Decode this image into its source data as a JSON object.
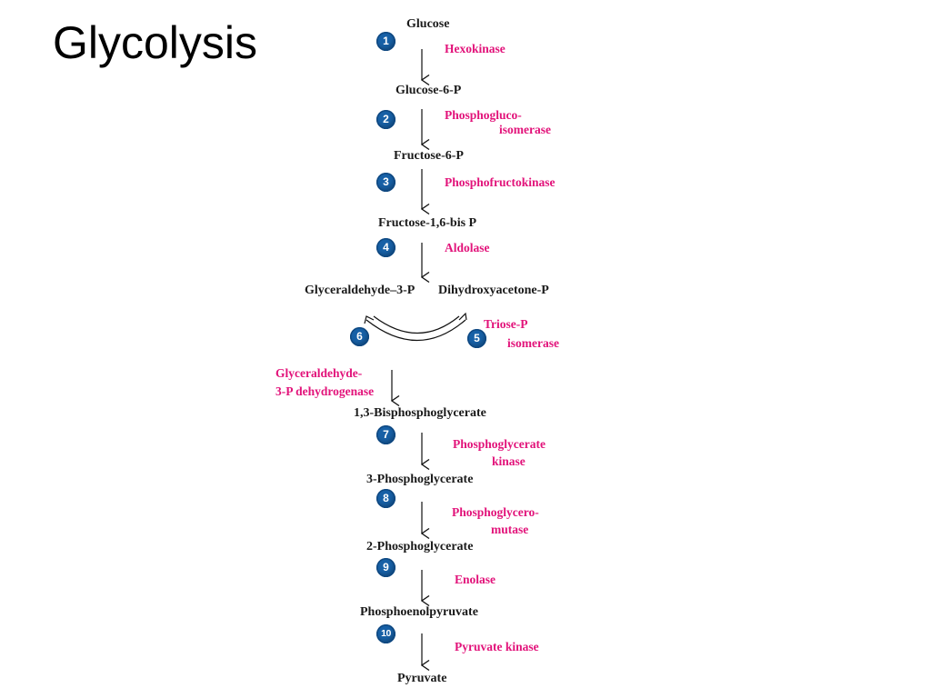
{
  "title": "Glycolysis",
  "metabolites": {
    "glucose": "Glucose",
    "glucose6p": "Glucose-6-P",
    "fructose6p": "Fructose-6-P",
    "fructose16bisp": "Fructose-1,6-bis P",
    "gap": "Glyceraldehyde–3-P",
    "dhap": "Dihydroxyacetone-P",
    "bpg13": "1,3-Bisphosphoglycerate",
    "pg3": "3-Phosphoglycerate",
    "pg2": "2-Phosphoglycerate",
    "pep": "Phosphoenolpyruvate",
    "pyruvate": "Pyruvate"
  },
  "enzymes": {
    "hexokinase": [
      "Hexokinase"
    ],
    "pgi": [
      "Phosphogluco-",
      "isomerase"
    ],
    "pfk": [
      "Phosphofructokinase"
    ],
    "aldolase": [
      "Aldolase"
    ],
    "tpi": [
      "Triose-P",
      "isomerase"
    ],
    "gapdh": [
      "Glyceraldehyde-",
      "3-P dehydrogenase"
    ],
    "pgk": [
      "Phosphoglycerate",
      "kinase"
    ],
    "pgm": [
      "Phosphoglycero-",
      "mutase"
    ],
    "enolase": [
      "Enolase"
    ],
    "pk": [
      "Pyruvate kinase"
    ]
  },
  "steps": [
    "1",
    "2",
    "3",
    "4",
    "5",
    "6",
    "7",
    "8",
    "9",
    "10"
  ],
  "colors": {
    "enzyme_text": "#e2137a",
    "step_badge": "#1760a6",
    "metabolite_text": "#1a1a1a"
  }
}
